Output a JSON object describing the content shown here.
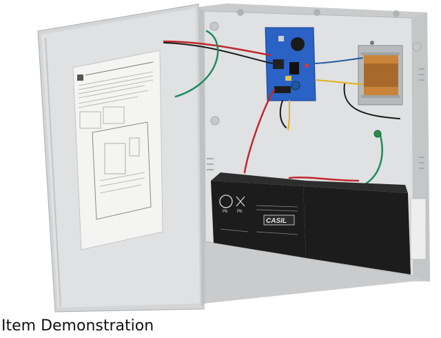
{
  "caption": "Item Demonstration",
  "product_photo": {
    "battery_label_left": "CASIL",
    "recycle_mark": "Pb",
    "pb_cross_mark": "Pb"
  },
  "colors": {
    "enclosure": "#dadcdd",
    "board": "#2a62c5",
    "battery": "#1c1c1c",
    "wire_red": "#c0262a",
    "wire_green": "#1f8a5a",
    "wire_yellow": "#e2b21b",
    "transformer": "#c9843a"
  }
}
